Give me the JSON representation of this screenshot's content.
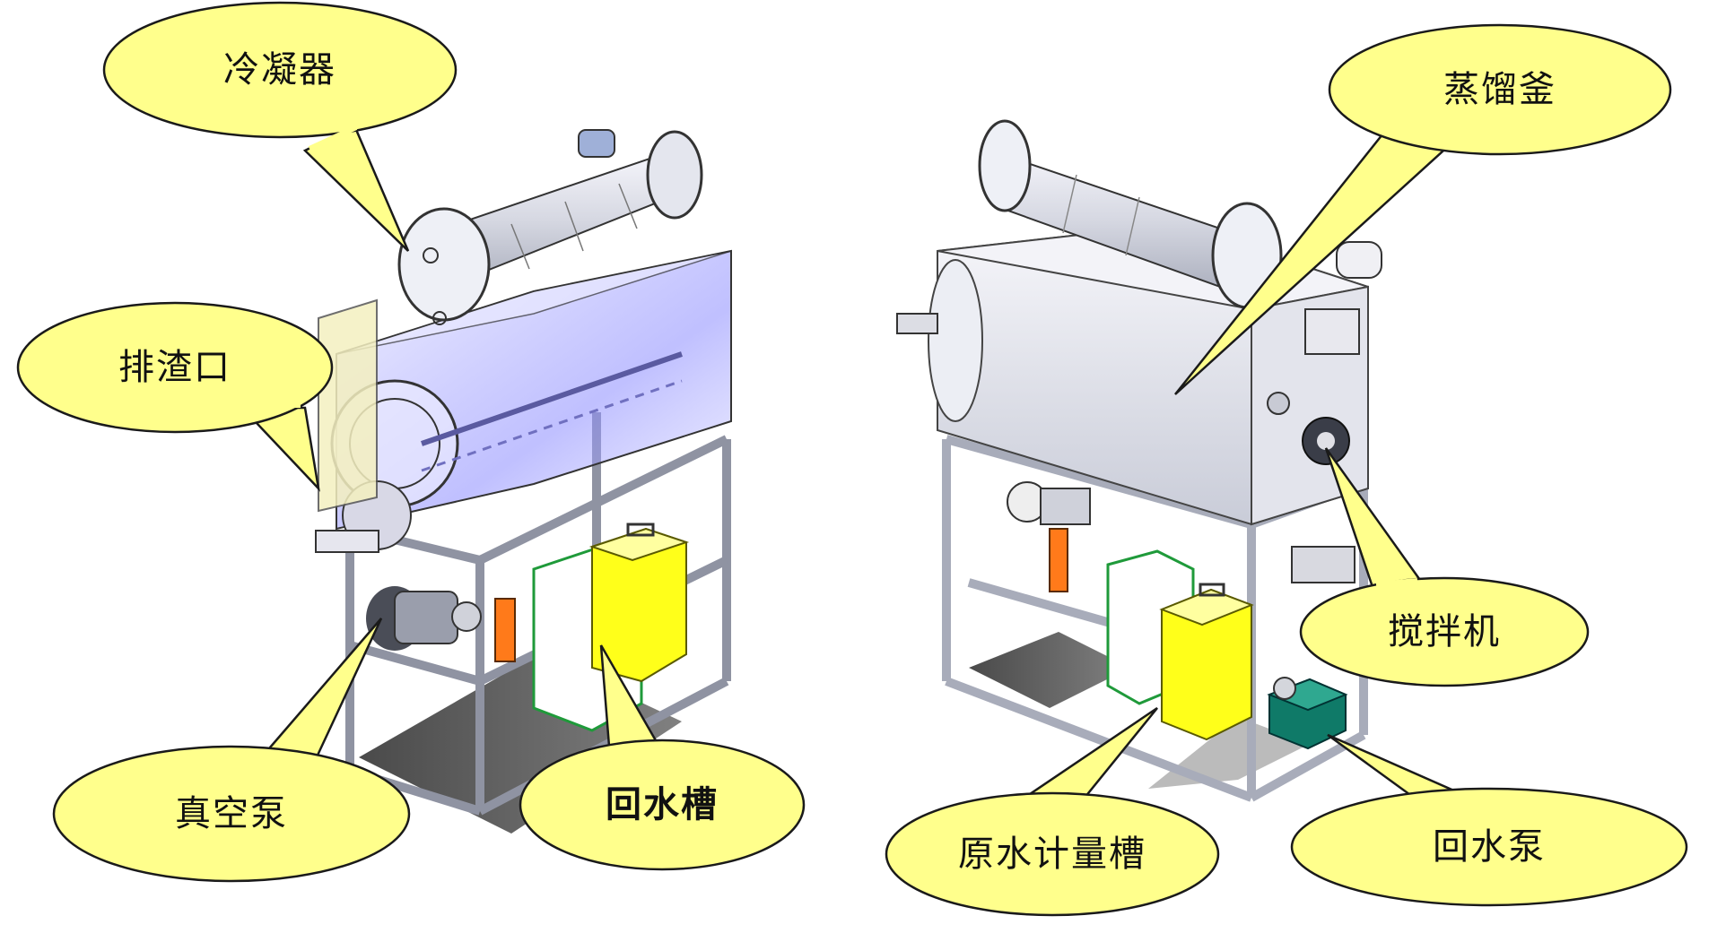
{
  "colors": {
    "bubble_fill": "#ffff8c",
    "bubble_stroke": "#1a1a1a",
    "frame_steel": "#b8bcc8",
    "frame_dark": "#4a4d57",
    "glass_blue": "#8c8cff",
    "tank_yellow": "#ffff1a",
    "pump_teal": "#0f7a68",
    "drain_orange": "#ff7a1a"
  },
  "left_machine": {
    "callouts": {
      "condenser": "冷凝器",
      "slag_outlet": "排渣口",
      "vacuum_pump": "真空泵",
      "return_tank": "回水槽"
    }
  },
  "right_machine": {
    "callouts": {
      "still": "蒸馏釜",
      "agitator": "搅拌机",
      "metering_tank": "原水计量槽",
      "return_pump": "回水泵"
    }
  },
  "icons": [
    "condenser-icon",
    "still-vessel-icon",
    "vacuum-pump-icon",
    "water-tank-icon",
    "agitator-motor-icon",
    "pump-icon"
  ]
}
